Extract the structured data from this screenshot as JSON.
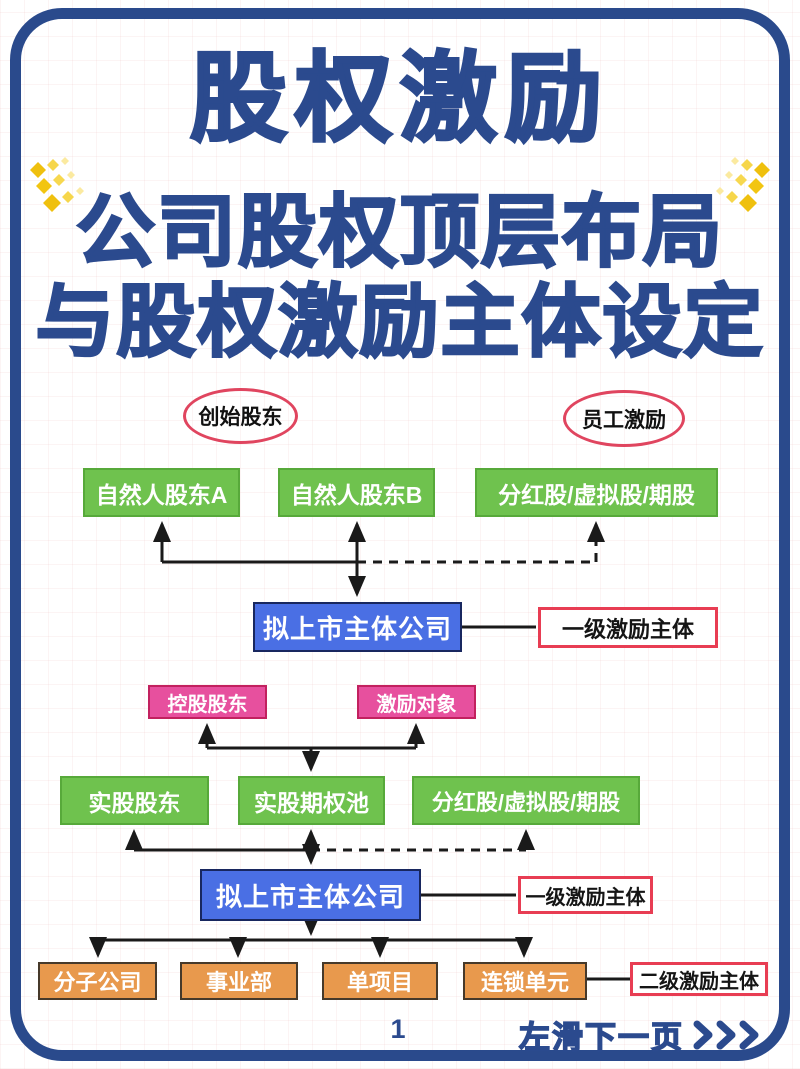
{
  "header": {
    "title": "股权激励",
    "subtitle_line1": "公司股权顶层布局",
    "subtitle_line2": "与股权激励主体设定"
  },
  "section_top": {
    "oval_founders": "创始股东",
    "oval_employees": "员工激励",
    "shareholder_a": "自然人股东A",
    "shareholder_b": "自然人股东B",
    "incentive_shares": "分红股/虚拟股/期股",
    "listing_company": "拟上市主体公司",
    "level1_label": "一级激励主体"
  },
  "section_bottom": {
    "controlling_shareholder": "控股股东",
    "incentive_targets": "激励对象",
    "real_shareholders": "实股股东",
    "option_pool": "实股期权池",
    "incentive_shares": "分红股/虚拟股/期股",
    "listing_company": "拟上市主体公司",
    "level1_label": "一级激励主体",
    "subsidiary": "分子公司",
    "business_unit": "事业部",
    "single_project": "单项目",
    "chain_unit": "连锁单元",
    "level2_label": "二级激励主体"
  },
  "footer": {
    "page_number": "1",
    "next_page_hint": "左滑下一页"
  },
  "colors": {
    "navy": "#2b4a8e",
    "frame_navy": "#2a4a8c",
    "green": "#6fc24e",
    "blue": "#4a6fe4",
    "pink": "#e7509e",
    "orange": "#e8994d",
    "red_outline": "#e83d53",
    "oval_red": "#e0455f",
    "diamond_gold": "#efc00e"
  }
}
